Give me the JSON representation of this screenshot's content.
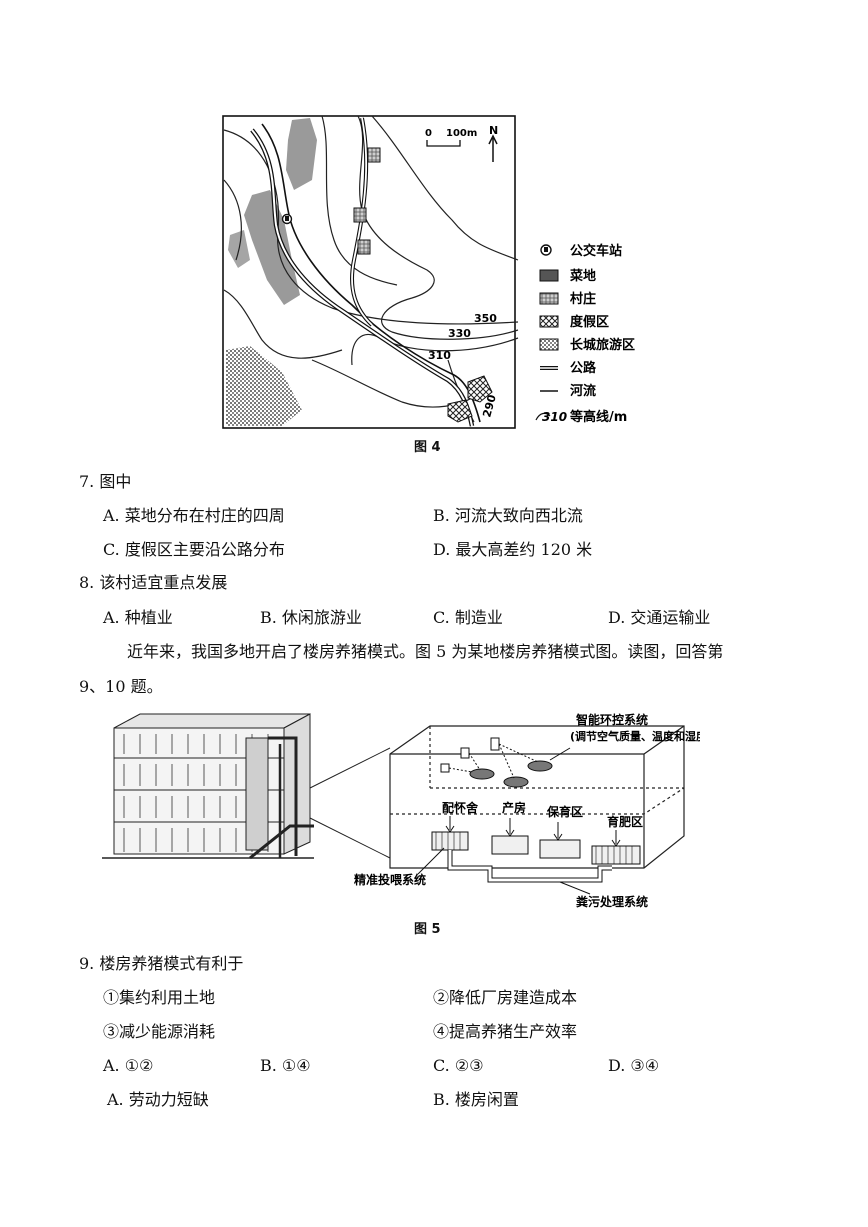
{
  "figure4": {
    "caption": "图 4",
    "scale_zero": "0",
    "scale_label": "100m",
    "north": "N",
    "contours": [
      "350",
      "330",
      "310",
      "290"
    ],
    "legend": [
      {
        "icon": "bus-stop-icon",
        "label": "公交车站"
      },
      {
        "icon": "vegetable-field-icon",
        "label": "菜地"
      },
      {
        "icon": "village-icon",
        "label": "村庄"
      },
      {
        "icon": "resort-icon",
        "label": "度假区"
      },
      {
        "icon": "great-wall-area-icon",
        "label": "长城旅游区"
      },
      {
        "icon": "road-icon",
        "label": "公路"
      },
      {
        "icon": "river-icon",
        "label": "河流"
      },
      {
        "icon": "contour-icon",
        "label": "等高线/m",
        "prefix": "310"
      }
    ]
  },
  "q7": {
    "stem": "7. 图中",
    "options": [
      "A. 菜地分布在村庄的四周",
      "B. 河流大致向西北流",
      "C. 度假区主要沿公路分布",
      "D. 最大高差约 120 米"
    ]
  },
  "q8": {
    "stem": "8. 该村适宜重点发展",
    "options": [
      "A. 种植业",
      "B. 休闲旅游业",
      "C. 制造业",
      "D. 交通运输业"
    ]
  },
  "intro": {
    "line1": "近年来，我国多地开启了楼房养猪模式。图 5 为某地楼房养猪模式图。读图，回答第",
    "line2": "9、10 题。"
  },
  "figure5": {
    "caption": "图 5",
    "title1": "智能环控系统",
    "title2": "(调节空气质量、温度和湿度)",
    "rooms": [
      "配怀舍",
      "产房",
      "保育区",
      "育肥区"
    ],
    "feed": "精准投喂系统",
    "waste": "粪污处理系统"
  },
  "q9": {
    "stem": "9. 楼房养猪模式有利于",
    "statements": [
      "①集约利用土地",
      "②降低厂房建造成本",
      "③减少能源消耗",
      "④提高养猪生产效率"
    ],
    "options": [
      "A. ①②",
      "B. ①④",
      "C. ②③",
      "D. ③④"
    ]
  },
  "q10": {
    "options": [
      "A. 劳动力短缺",
      "B. 楼房闲置"
    ]
  }
}
